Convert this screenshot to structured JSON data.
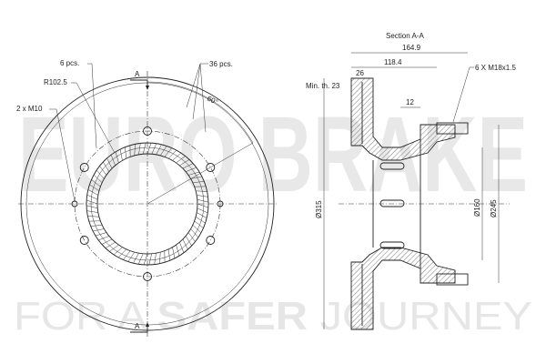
{
  "watermark": {
    "brand": "EURO BRAKE",
    "slogan_prefix": "FOR A",
    "slogan_bold": "SAFER",
    "slogan_suffix": "JOURNEY"
  },
  "front_view": {
    "labels": {
      "holes_count": "6 pcs.",
      "bolt_radius": "R102.5",
      "threaded_holes": "2 x M10",
      "slots": "36 pcs.",
      "slot_angle": "60°",
      "section_marker_top": "A",
      "section_marker_bottom": "A"
    }
  },
  "section_view": {
    "title": "Section A-A",
    "labels": {
      "overall_height": "164.9",
      "hub_height": "118.4",
      "disc_thickness": "26",
      "min_thickness": "Min. th. 23",
      "flange_thickness": "12",
      "studs": "6 X M18x1.5",
      "outer_diameter": "Ø315",
      "center_bore": "Ø160",
      "hub_diameter": "Ø245"
    }
  },
  "colors": {
    "line": "#222222",
    "watermark": "#e6e6e6",
    "background": "#ffffff"
  }
}
